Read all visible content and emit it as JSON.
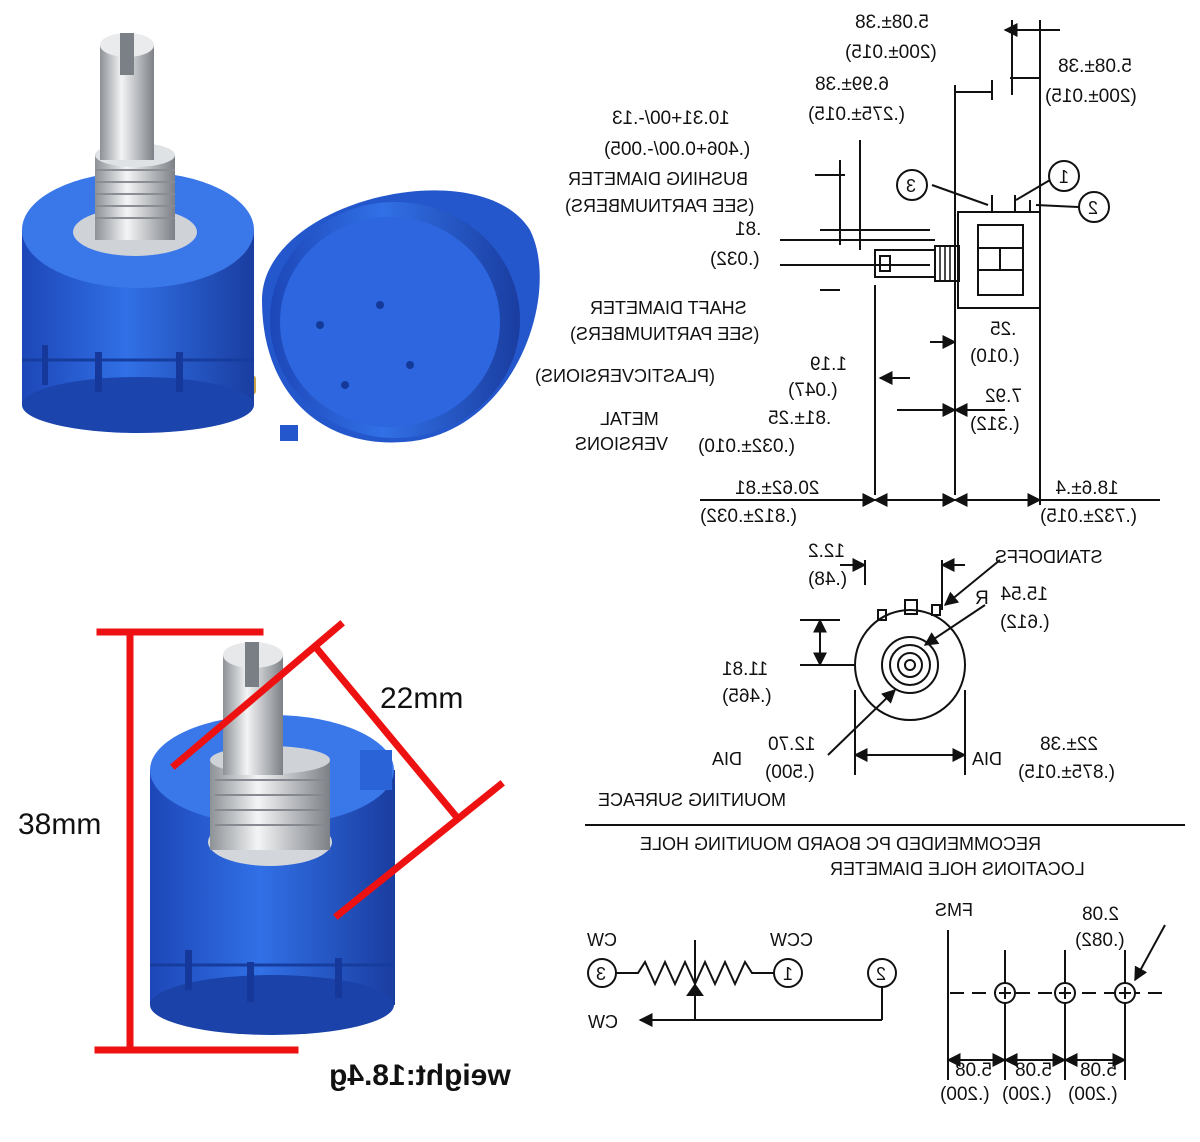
{
  "photos": {
    "dim_height": "38mm",
    "dim_diameter": "22mm",
    "weight": "weight:18.4g"
  },
  "drawing": {
    "top": {
      "d1_mm": "5.08±.38",
      "d1_in": "(200±.015)",
      "d2_mm": "5.08±.38",
      "d2_in": "(200±.015)",
      "d3_mm": "6.99±.38",
      "d3_in": "(.275±.015)",
      "d4_mm": "10.31+00/-.13",
      "d4_in": "(.406+0.00/-.005)",
      "bushing_1": "BUSHING DIAMETER",
      "bushing_2": "(SEE PARTNUMBERS)",
      "d5_mm": ".81",
      "d5_in": "(.032)",
      "shaft_1": "SHAFT DIAMETER",
      "shaft_2": "(SEE PARTNUMBERS)",
      "d6_mm": ".25",
      "d6_in": "(.010)",
      "d7_mm": "1.19",
      "plastic": "(PLASTICVERSIONS)",
      "d7_in": "(.047)",
      "d8_mm": "7.92",
      "d8_in": "(.312)",
      "metal_1": "METAL",
      "metal_2": "VERSIONS",
      "d9_mm": ".81±.25",
      "d9_in": "(.032±.010)",
      "d10_mm": "20.62±.81",
      "d10_in": "(.812±.032)",
      "d11_mm": "18.6±.4",
      "d11_in": "(.732±.015)",
      "pin_3": "3",
      "pin_1": "1",
      "pin_2": "2"
    },
    "front": {
      "d12_mm": "12.2",
      "d12_in": "(.48)",
      "standoffs": "STANDOFFS",
      "r_mm": "15.54",
      "r_label": "R",
      "r_in": "(.612)",
      "d13_mm": "11.81",
      "d13_in": "(.465)",
      "d14_mm": "12.70",
      "dia_a": "DIA",
      "d14_in": "(.500)",
      "d15_mm": "22±.38",
      "dia_b": "DIA",
      "d15_in": "(.875±.015)",
      "mounting": "MOUNTING SURFACE"
    },
    "bottom": {
      "rec_1": "RECOMMENDED PC BOARD MOUNTING HOLE",
      "rec_2": "LOCATIONS HOLE DIAMETER",
      "cw_top": "CW",
      "ccw_top": "CCW",
      "cw_arrow": "CW",
      "pin_3": "3",
      "pin_1": "1",
      "pin_2": "2",
      "fms": "FMS",
      "h_mm": "2.08",
      "h_in": "(.082)",
      "s1_mm": "5.08",
      "s1_in": "(.200)",
      "s2_mm": "5.08",
      "s2_in": "(.200)",
      "s3_mm": "5.08",
      "s3_in": "(.200)"
    }
  },
  "colors": {
    "body_blue": "#2a5fd8",
    "body_dark": "#1a3fa6",
    "metal": "#c9ccd0",
    "red": "#ee1111",
    "line": "#111111"
  }
}
